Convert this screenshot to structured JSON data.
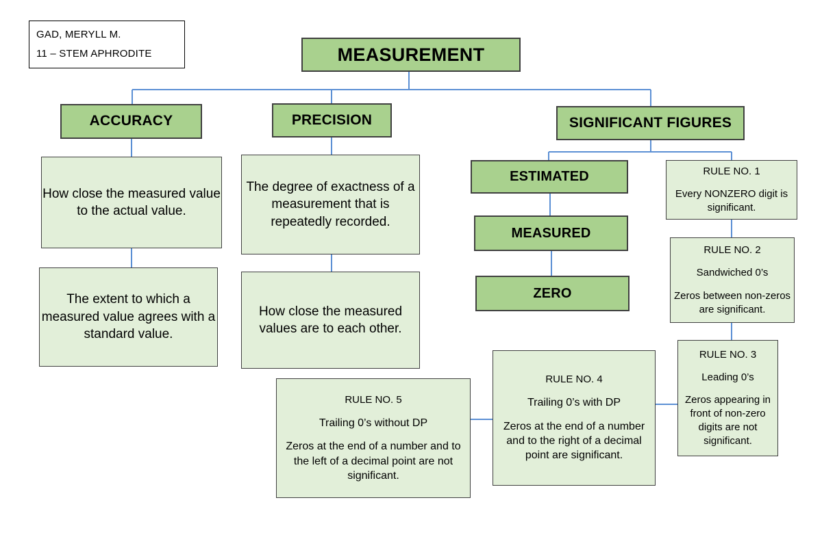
{
  "author_plate": {
    "name": "GAD, MERYLL M.",
    "section": "11 – STEM APHRODITE"
  },
  "colors": {
    "header_fill": "#A9D18E",
    "body_fill": "#E2EFD9",
    "border": "#3F3F3F",
    "connector": "#5B8FD4",
    "background": "#FFFFFF"
  },
  "root": {
    "label": "MEASUREMENT"
  },
  "branches": [
    {
      "id": "accuracy",
      "label": "ACCURACY",
      "descriptions": [
        "How close the measured value to the actual value.",
        "The extent to which a measured value agrees with a standard value."
      ]
    },
    {
      "id": "precision",
      "label": "PRECISION",
      "descriptions": [
        "The degree of exactness of a measurement that is repeatedly recorded.",
        "How close the measured values are to each other."
      ]
    },
    {
      "id": "significant-figures",
      "label": "SIGNIFICANT FIGURES",
      "children": [
        {
          "id": "estimated",
          "label": "ESTIMATED"
        },
        {
          "id": "measured",
          "label": "MEASURED"
        },
        {
          "id": "zero",
          "label": "ZERO"
        }
      ]
    }
  ],
  "rules": [
    {
      "id": "rule-1",
      "title": "RULE NO. 1",
      "subtitle": "",
      "body": "Every NONZERO digit is significant."
    },
    {
      "id": "rule-2",
      "title": "RULE NO. 2",
      "subtitle": "Sandwiched 0’s",
      "body": "Zeros between non-zeros are significant."
    },
    {
      "id": "rule-3",
      "title": "RULE NO. 3",
      "subtitle": "Leading 0’s",
      "body": "Zeros appearing in front of non-zero digits are not significant."
    },
    {
      "id": "rule-4",
      "title": "RULE NO. 4",
      "subtitle": "Trailing 0’s with DP",
      "body": "Zeros at the end of a number and to the right of a decimal point are significant."
    },
    {
      "id": "rule-5",
      "title": "RULE NO. 5",
      "subtitle": "Trailing 0’s without DP",
      "body": "Zeros at the end of a number and to the left of a decimal point are not significant."
    }
  ]
}
